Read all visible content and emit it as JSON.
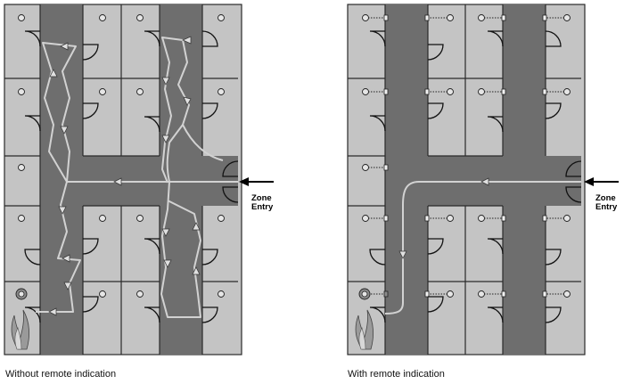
{
  "diagrams": [
    {
      "caption": "Without remote indication",
      "entry_label": [
        "Zone",
        "Entry"
      ],
      "remote_indication": false
    },
    {
      "caption": "With remote indication",
      "entry_label": [
        "Zone",
        "Entry"
      ],
      "remote_indication": true
    }
  ],
  "colors": {
    "room": "#c4c4c4",
    "corridor": "#6e6e6e",
    "line": "#2a2a2a",
    "path": "#d2d2d2",
    "fire_room": "#bdbdbd"
  },
  "icons": [
    "call-point-icon",
    "door-swing-icon",
    "fire-icon",
    "arrow-icon"
  ]
}
